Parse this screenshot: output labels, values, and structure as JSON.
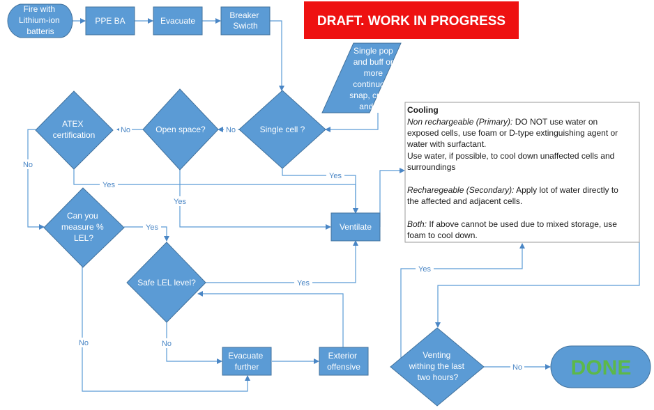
{
  "banner": "DRAFT. WORK IN PROGRESS",
  "colors": {
    "node": "#5b9bd5",
    "node_border": "#41719c",
    "line": "#5b9bd5",
    "banner": "#ee1111",
    "done_text": "#5cb84a"
  },
  "nodes": {
    "fire": [
      "Fire with",
      "Lithium-ion",
      "batteris"
    ],
    "ppe": [
      "PPE BA"
    ],
    "evacuate": [
      "Evacuate"
    ],
    "breaker": [
      "Breaker",
      "Swicth"
    ],
    "single_pop": [
      "Single pop",
      "and buff or",
      "more",
      "continuous",
      "snap, cracke",
      "and pop"
    ],
    "single_cell": [
      "Single cell ?"
    ],
    "open_space": [
      "Open space?"
    ],
    "atex": [
      "ATEX",
      "certification"
    ],
    "measure_lel": [
      "Can you",
      "measure %",
      "LEL?"
    ],
    "ventilate": [
      "Ventilate"
    ],
    "safe_lel": [
      "Safe LEL level?"
    ],
    "evacuate_further": [
      "Evacuate",
      "further"
    ],
    "exterior": [
      "Exterior",
      "offensive"
    ],
    "venting": [
      "Venting",
      "withing the last",
      "two hours?"
    ],
    "done": [
      "DONE"
    ]
  },
  "edge_labels": {
    "single_cell_no": "No",
    "open_space_no": "No",
    "atex_no": "No",
    "single_cell_yes": "Yes",
    "atex_yes": "Yes",
    "open_space_yes": "Yes",
    "measure_yes": "Yes",
    "measure_no": "No",
    "safe_yes": "Yes",
    "safe_no": "No",
    "venting_yes": "Yes",
    "venting_no": "No"
  },
  "cooling": {
    "title": "Cooling",
    "l1_italic": "Non rechargeable (Primary):",
    "l1_rest": " DO NOT use water on",
    "l2": "exposed cells, use foam or D-type extinguishing agent or",
    "l3": "water with surfactant.",
    "l4": "Use water, if possible, to cool down unaffected cells and",
    "l5": "surroundings",
    "l6_italic": "Recharegeable (Secondary):",
    "l6_rest": "  Apply lot of water directly to",
    "l7": "the affected and adjacent cells.",
    "l8_italic": "Both:",
    "l8_rest": " If above cannot be used due to mixed storage, use",
    "l9": "foam to cool down."
  }
}
